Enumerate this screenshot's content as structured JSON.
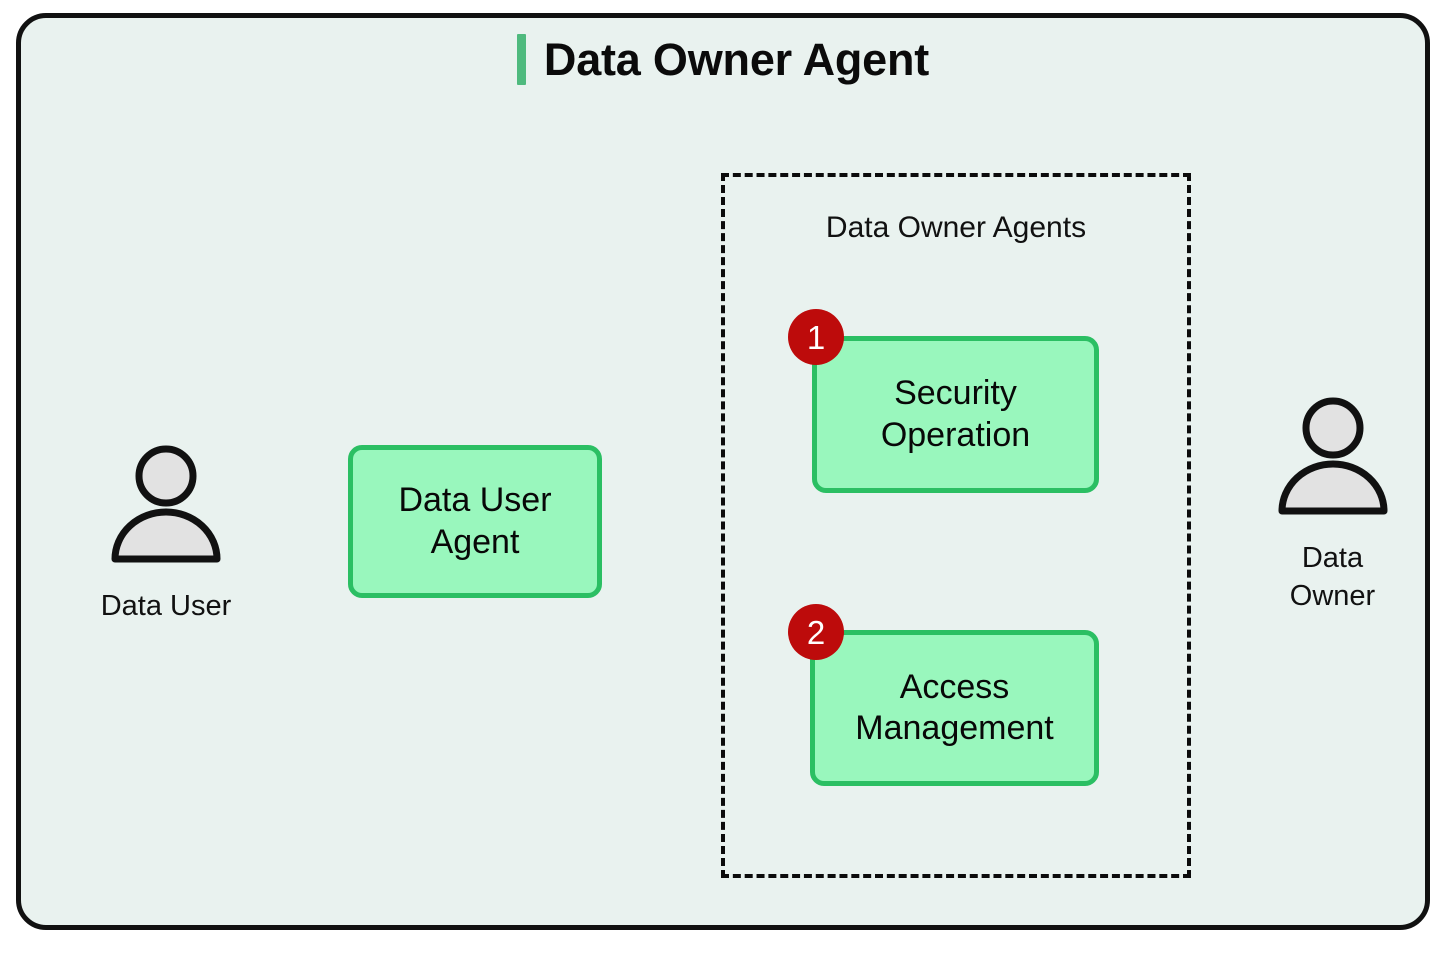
{
  "diagram": {
    "title": "Data Owner Agent",
    "accent_color": "#4fba7e",
    "frame_background": "#e9f2ef",
    "frame_border_color": "#111111",
    "box_fill": "#99f7bd",
    "box_border": "#2bbf63",
    "badge_color": "#bd0b0b",
    "actor_fill": "#e2e2e2"
  },
  "actors": [
    {
      "id": "data-user",
      "icon": "person-icon",
      "label": "Data User"
    },
    {
      "id": "data-owner",
      "icon": "person-icon",
      "label": "Data\nOwner"
    }
  ],
  "boxes": [
    {
      "id": "data-user-agent",
      "label": "Data User\nAgent"
    },
    {
      "id": "security-operation",
      "label": "Security\nOperation",
      "badge": "1"
    },
    {
      "id": "access-management",
      "label": "Access\nManagement",
      "badge": "2"
    }
  ],
  "group": {
    "label": "Data Owner Agents",
    "style": "dashed"
  }
}
